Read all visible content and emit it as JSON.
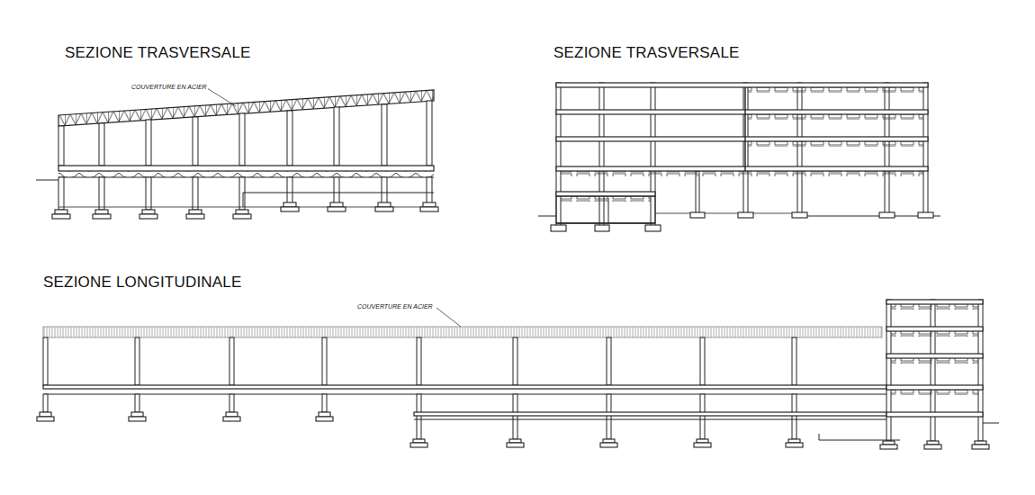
{
  "diagram": {
    "labels": [
      "SEZIONE TRASVERSALE",
      "COUVERTURE EN ACIER",
      "SEZIONE TRASVERSALE",
      "SEZIONE LONGITUDINALE",
      "COUVERTURE EN ACIER"
    ]
  }
}
